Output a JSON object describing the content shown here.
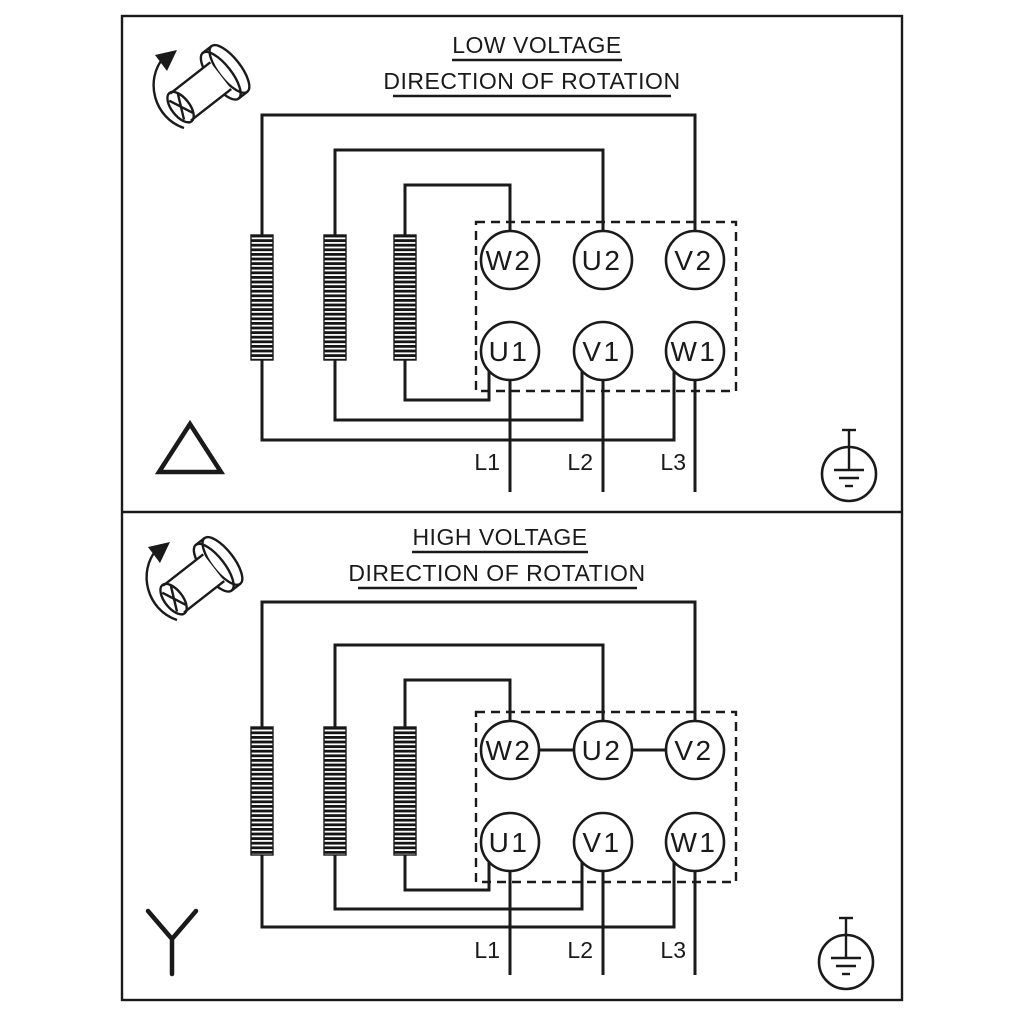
{
  "document": {
    "kind": "motor-terminal-wiring-diagram"
  },
  "colors": {
    "ink": "#1a1a1a",
    "background": "#ffffff"
  },
  "symbols": {
    "rotation": "shaft-rotation-arrow",
    "low_voltage_connection": "delta-triangle",
    "high_voltage_connection": "star-wye",
    "ground": "earth-ground"
  },
  "panels": [
    {
      "id": "low-voltage",
      "title": "LOW VOLTAGE",
      "subtitle": "DIRECTION OF ROTATION",
      "connection": "delta",
      "terminals": {
        "top_row": [
          "W2",
          "U2",
          "V2"
        ],
        "bottom_row": [
          "U1",
          "V1",
          "W1"
        ]
      },
      "leads": [
        "L1",
        "L2",
        "L3"
      ]
    },
    {
      "id": "high-voltage",
      "title": "HIGH VOLTAGE",
      "subtitle": "DIRECTION OF ROTATION",
      "connection": "star",
      "terminals": {
        "top_row": [
          "W2",
          "U2",
          "V2"
        ],
        "bottom_row": [
          "U1",
          "V1",
          "W1"
        ]
      },
      "leads": [
        "L1",
        "L2",
        "L3"
      ]
    }
  ]
}
